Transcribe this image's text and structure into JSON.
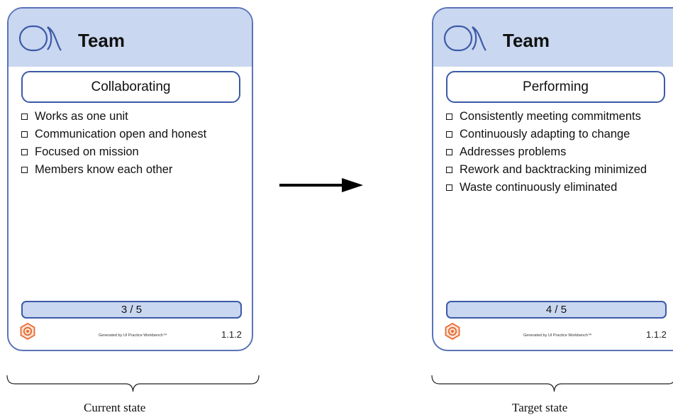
{
  "cards": [
    {
      "title": "Team",
      "state": "Collaborating",
      "checklist": [
        "Works as one unit",
        "Communication open and honest",
        "Focused on mission",
        "Members know each other"
      ],
      "progress": "3 / 5",
      "generated_by": "Generated by UI Practice Workbench™",
      "version": "1.1.2"
    },
    {
      "title": "Team",
      "state": "Performing",
      "checklist": [
        "Consistently meeting commitments",
        "Continuously adapting to change",
        "Addresses problems",
        "Rework and backtracking minimized",
        "Waste continuously eliminated"
      ],
      "progress": "4 / 5",
      "generated_by": "Generated by UI Practice Workbench™",
      "version": "1.1.2"
    }
  ],
  "captions": {
    "current": "Current state",
    "target": "Target state"
  },
  "colors": {
    "card_border": "#5b74b8",
    "header_fill": "#c9d7f0",
    "box_border": "#3c5aa8",
    "gear": "#e8692f"
  },
  "icons": {
    "header": "alpha-icon",
    "footer": "gear-icon",
    "connector": "arrow-right-icon"
  }
}
